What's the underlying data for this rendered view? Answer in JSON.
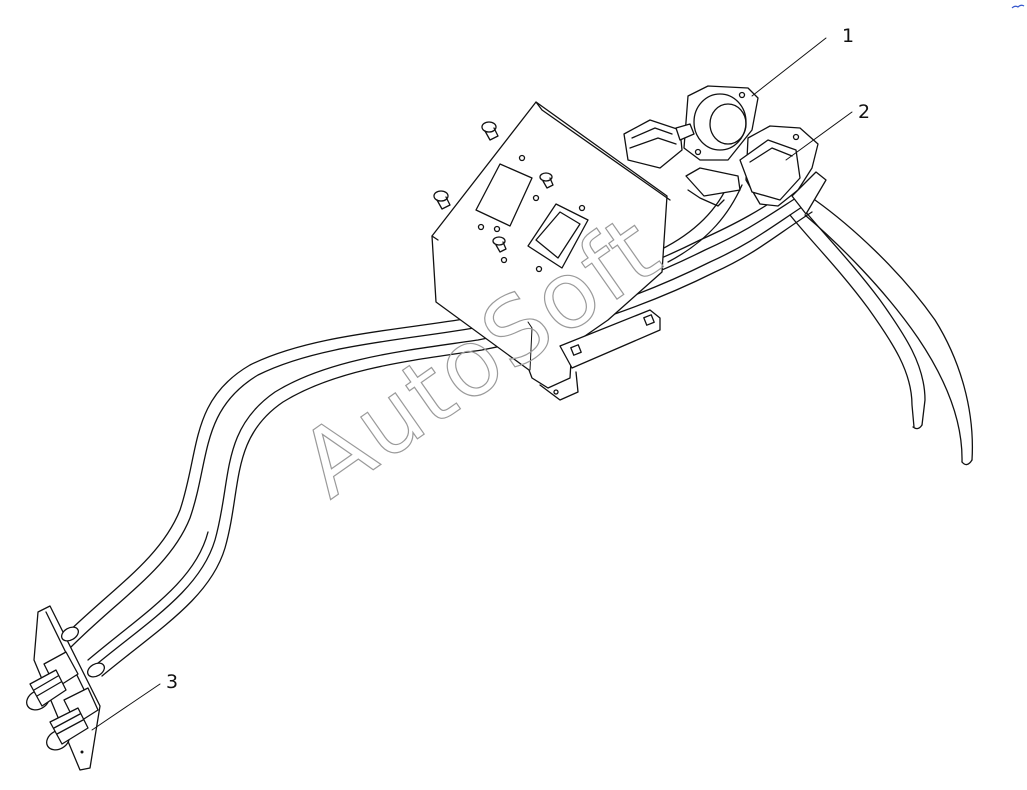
{
  "diagram": {
    "callouts": [
      {
        "id": "1",
        "label": "1"
      },
      {
        "id": "2",
        "label": "2"
      },
      {
        "id": "3",
        "label": "3"
      }
    ],
    "watermark": "AutoSoft"
  },
  "colors": {
    "line": "#111111",
    "background": "#ffffff",
    "watermark": "#9a9a9a",
    "corner_mark": "#3355cc"
  }
}
